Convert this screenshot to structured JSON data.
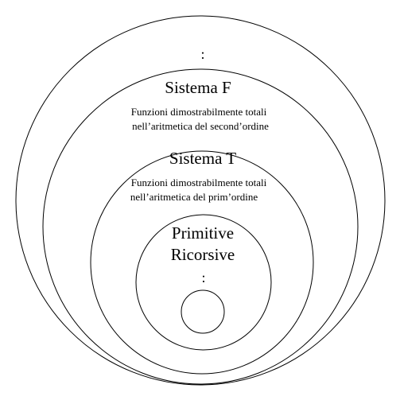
{
  "outer_region": {
    "dots": ":"
  },
  "sistema_f": {
    "title": "Sistema F",
    "description_line1": "Funzioni dimostrabilmente totali",
    "description_line2": "nell’aritmetica del second’ordine"
  },
  "sistema_t": {
    "title": "Sistema T",
    "description_line1": "Funzioni dimostrabilmente totali",
    "description_line2": "nell’aritmetica del prim’ordine"
  },
  "primitive_ricorsive": {
    "title_line1": "Primitive",
    "title_line2": "Ricorsive",
    "dots": ":"
  },
  "colors": {
    "stroke": "#000000",
    "background": "#ffffff"
  }
}
